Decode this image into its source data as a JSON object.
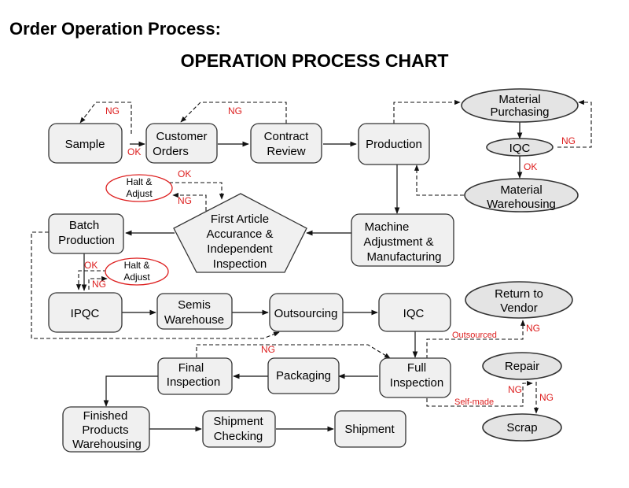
{
  "header": {
    "page_title": "Order Operation Process:",
    "chart_title": "OPERATION PROCESS CHART"
  },
  "nodes": {
    "sample": "Sample",
    "customer_orders": [
      "Customer",
      "Orders"
    ],
    "contract_review": [
      "Contract",
      "Review"
    ],
    "production": "Production",
    "material_purchasing": [
      "Material",
      "Purchasing"
    ],
    "iqc_top": "IQC",
    "material_warehousing": [
      "Material",
      "Warehousing"
    ],
    "halt_adjust_1": [
      "Halt &",
      "Adjust"
    ],
    "first_article": [
      "First Article",
      "Accurance &",
      "Independent",
      "Inspection"
    ],
    "machine_adjustment": [
      "Machine",
      "Adjustment &",
      "Manufacturing"
    ],
    "batch_production": [
      "Batch",
      "Production"
    ],
    "halt_adjust_2": [
      "Halt &",
      "Adjust"
    ],
    "ipqc": "IPQC",
    "semis_warehouse": [
      "Semis",
      "Warehouse"
    ],
    "outsourcing": "Outsourcing",
    "iqc_mid": "IQC",
    "return_to_vendor": [
      "Return to",
      "Vendor"
    ],
    "repair": "Repair",
    "scrap": "Scrap",
    "final_inspection": [
      "Final",
      "Inspection"
    ],
    "packaging": "Packaging",
    "full_inspection": [
      "Full",
      "Inspection"
    ],
    "finished_products": [
      "Finished",
      "Products",
      "Warehousing"
    ],
    "shipment_checking": [
      "Shipment",
      "Checking"
    ],
    "shipment": "Shipment"
  },
  "edge_labels": {
    "ng": "NG",
    "ok": "OK",
    "outsourced": "Outsourced",
    "self_made": "Self-made"
  },
  "colors": {
    "box_fill": "#f0f0f0",
    "oval_fill": "#e4e4e4",
    "annotation_red": "#dd1e1e",
    "stroke": "#333333"
  }
}
